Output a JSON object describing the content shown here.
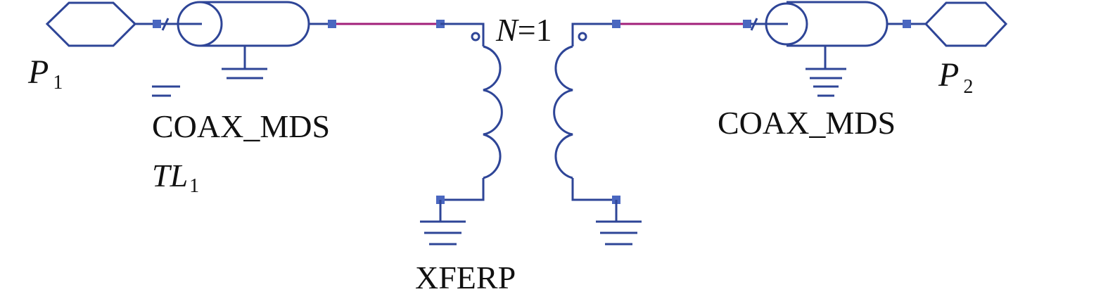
{
  "colors": {
    "wire": "#2e4597",
    "pin": "#4a67c0",
    "net": "#a2207a",
    "text": "#111111"
  },
  "ports": [
    {
      "name": "P",
      "sub": "1"
    },
    {
      "name": "P",
      "sub": "2"
    }
  ],
  "coax_left": {
    "type": "COAX_MDS",
    "name": "TL",
    "sub": "1"
  },
  "coax_right": {
    "type": "COAX_MDS"
  },
  "transformer": {
    "type": "XFERP",
    "ratio_var": "N",
    "ratio_eq": "=1"
  }
}
